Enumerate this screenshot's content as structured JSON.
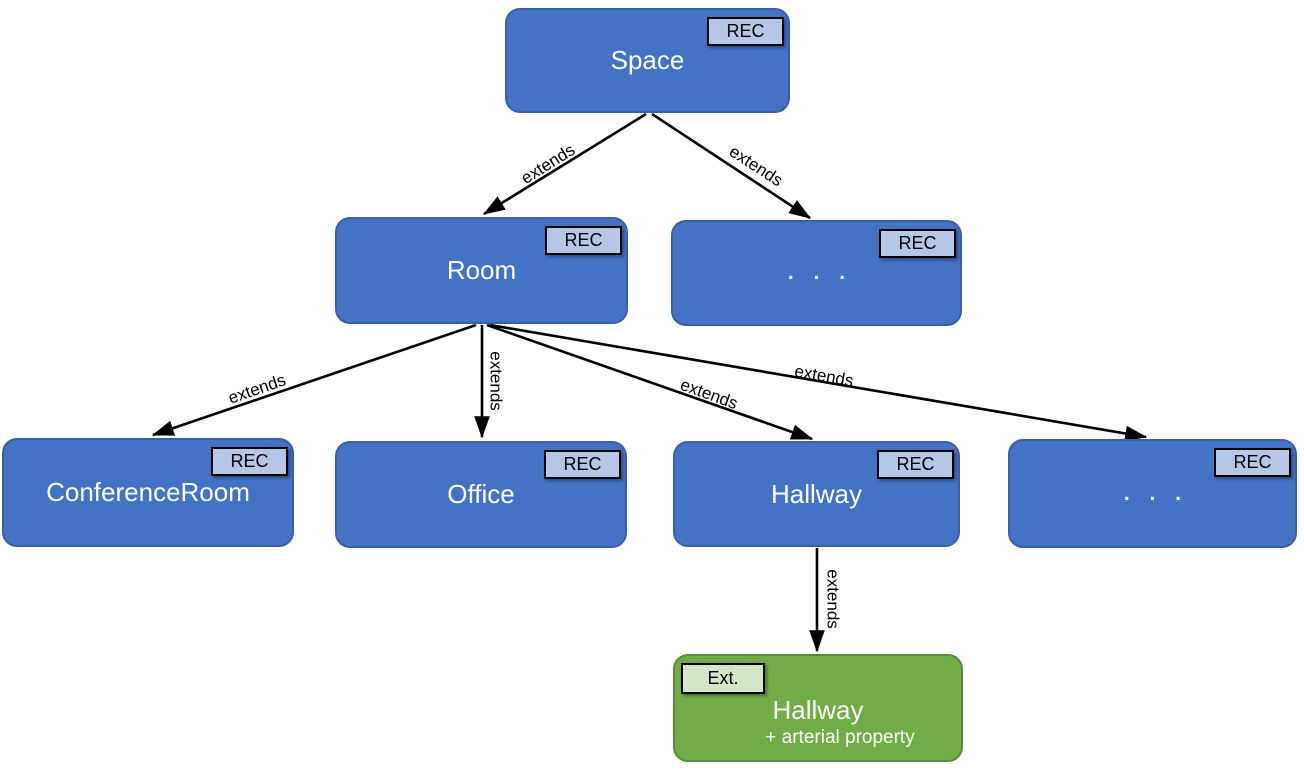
{
  "diagram": {
    "nodes": {
      "space": {
        "label": "Space",
        "badge": "REC"
      },
      "room": {
        "label": "Room",
        "badge": "REC"
      },
      "space_more": {
        "label": ". . .",
        "badge": "REC"
      },
      "conference_room": {
        "label": "ConferenceRoom",
        "badge": "REC"
      },
      "office": {
        "label": "Office",
        "badge": "REC"
      },
      "hallway": {
        "label": "Hallway",
        "badge": "REC"
      },
      "room_more": {
        "label": ". . .",
        "badge": "REC"
      },
      "hallway_ext": {
        "label": "Hallway",
        "sublabel": "+ arterial property",
        "badge": "Ext."
      }
    },
    "edges": [
      {
        "from": "space",
        "to": "room",
        "label": "extends"
      },
      {
        "from": "space",
        "to": "space_more",
        "label": "extends"
      },
      {
        "from": "room",
        "to": "conference_room",
        "label": "extends"
      },
      {
        "from": "room",
        "to": "office",
        "label": "extends"
      },
      {
        "from": "room",
        "to": "hallway",
        "label": "extends"
      },
      {
        "from": "room",
        "to": "room_more",
        "label": "extends"
      },
      {
        "from": "hallway",
        "to": "hallway_ext",
        "label": "extends"
      }
    ],
    "colors": {
      "node_fill": "#4472C4",
      "node_border": "#3A5FA8",
      "node_text": "#FFFFFF",
      "rec_badge_fill": "#B4C7E7",
      "badge_border": "#000000",
      "badge_text": "#000000",
      "ext_node_fill": "#70AD47",
      "ext_node_border": "#5A8A38",
      "ext_badge_fill": "#D6E6C9",
      "arrow": "#000000"
    }
  }
}
